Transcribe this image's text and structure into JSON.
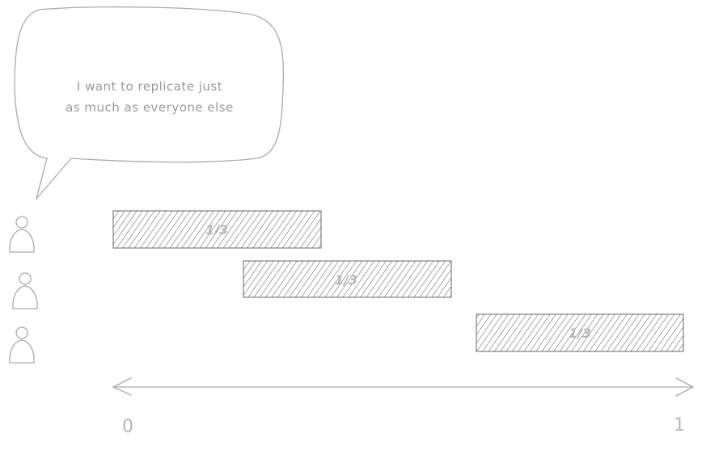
{
  "speech_bubble": {
    "line1": "I want to replicate just",
    "line2": "as much as everyone else"
  },
  "people": [
    {
      "icon": "person-icon"
    },
    {
      "icon": "person-icon"
    },
    {
      "icon": "person-icon"
    }
  ],
  "bars": [
    {
      "label": "1/3",
      "start": 0.0,
      "end": 0.375
    },
    {
      "label": "1/3",
      "start": 0.235,
      "end": 0.61
    },
    {
      "label": "1/3",
      "start": 0.655,
      "end": 1.03
    }
  ],
  "axis": {
    "min_label": "0",
    "max_label": "1"
  },
  "colors": {
    "stroke": "#aaaaaa",
    "hatch": "#555555",
    "bubble_text": "#9a9a9a"
  }
}
